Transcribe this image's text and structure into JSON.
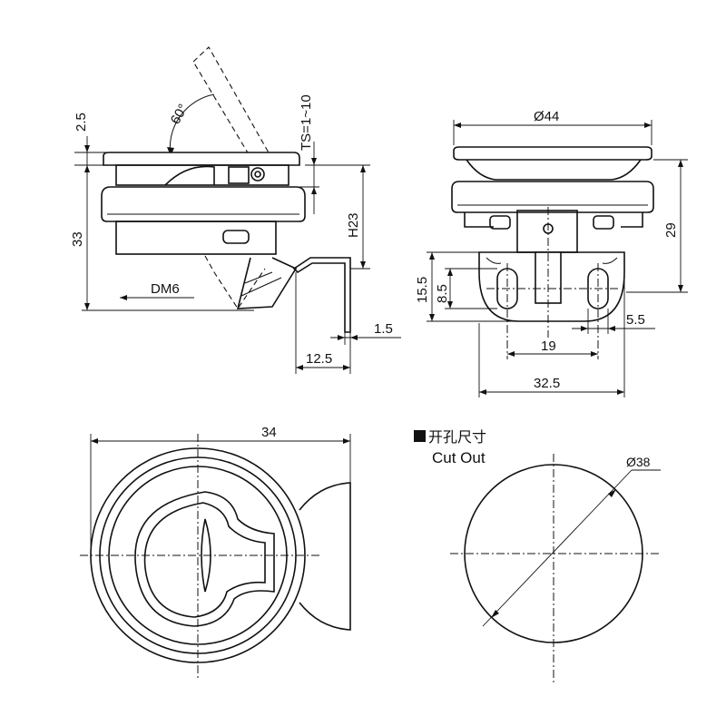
{
  "side_view": {
    "dim_flange": "2.5",
    "dim_angle": "60°",
    "dim_thickness": "TS=1~10",
    "dim_total_height": "33",
    "dim_height": "H23",
    "dim_thread": "DM6",
    "dim_latch_thickness": "1.5",
    "dim_latch_offset": "12.5"
  },
  "front_view": {
    "dim_diameter": "Ø44",
    "dim_height": "29",
    "dim_bracket_height": "15.5",
    "dim_slot_height": "8.5",
    "dim_slot_spacing": "19",
    "dim_slot_width": "5.5",
    "dim_bracket_width": "32.5"
  },
  "top_view": {
    "dim_width": "34"
  },
  "cutout": {
    "title": "开孔尺寸",
    "subtitle": "Cut Out",
    "dim_diameter": "Ø38"
  }
}
